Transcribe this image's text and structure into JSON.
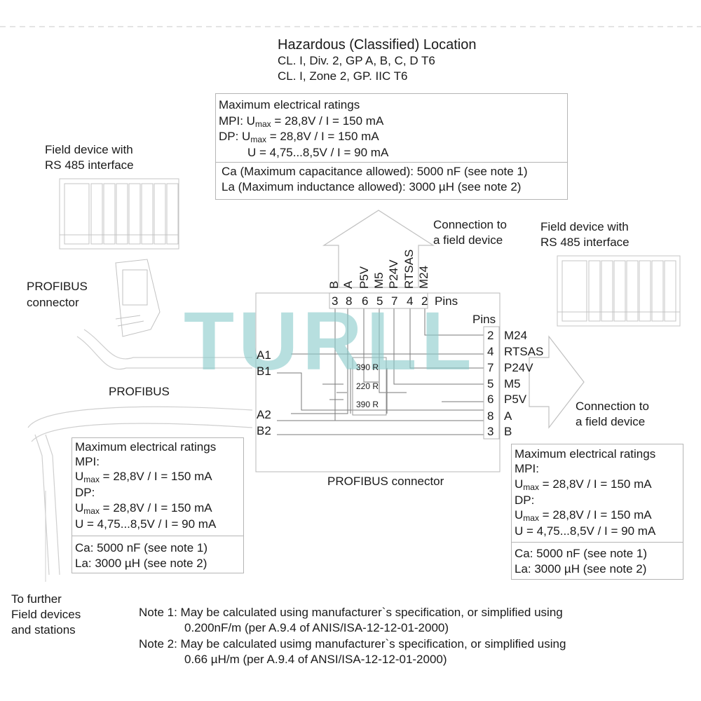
{
  "header": {
    "title": "Hazardous (Classified) Location",
    "line1": "CL. I, Div. 2, GP A, B, C, D T6",
    "line2": "CL. I, Zone 2, GP. IIC T6"
  },
  "top_ratings": {
    "heading": "Maximum electrical ratings",
    "mpi_prefix": "MPI: U",
    "mpi_sub": "max",
    "mpi_rest": " = 28,8V / I = 150 mA",
    "dp_prefix": "DP:  U",
    "dp_sub": "max",
    "dp_rest": " = 28,8V / I = 150 mA",
    "dp_u": "U = 4,75...8,5V / I = 90 mA",
    "ca": "Ca (Maximum capacitance allowed): 5000 nF (see note 1)",
    "la": "La (Maximum inductance allowed): 3000 µH (see note 2)"
  },
  "left_device_label": [
    "Field device with",
    "RS 485 interface"
  ],
  "right_device_label": [
    "Field device with",
    "RS 485 interface"
  ],
  "profibus_connector_label": [
    "PROFIBUS",
    "connector"
  ],
  "profibus_cable_label": "PROFIBUS",
  "connection_top": [
    "Connection to",
    "a field device"
  ],
  "connection_right": [
    "Connection to",
    "a field device"
  ],
  "top_pins": {
    "names": [
      "B",
      "A",
      "P5V",
      "M5",
      "P24V",
      "RTSAS",
      "M24"
    ],
    "numbers": [
      "3",
      "8",
      "6",
      "5",
      "7",
      "4",
      "2"
    ],
    "label": "Pins"
  },
  "right_pins": {
    "label": "Pins",
    "rows": [
      {
        "num": "2",
        "name": "M24"
      },
      {
        "num": "4",
        "name": "RTSAS"
      },
      {
        "num": "7",
        "name": "P24V"
      },
      {
        "num": "5",
        "name": "M5"
      },
      {
        "num": "6",
        "name": "P5V"
      },
      {
        "num": "8",
        "name": "A"
      },
      {
        "num": "3",
        "name": "B"
      }
    ]
  },
  "left_terminals": [
    "A1",
    "B1",
    "A2",
    "B2"
  ],
  "resistors": [
    "390 R",
    "220 R",
    "390 R"
  ],
  "connector_caption": "PROFIBUS connector",
  "left_ratings": {
    "heading": "Maximum electrical ratings",
    "mpi": "MPI:",
    "u1_prefix": "U",
    "u1_sub": "max",
    "u1_rest": " = 28,8V / I = 150 mA",
    "dp": "DP:",
    "u2_prefix": "U",
    "u2_sub": "max",
    "u2_rest": " = 28,8V / I = 150 mA",
    "u3": "U = 4,75...8,5V / I = 90 mA",
    "ca": "Ca: 5000 nF (see note 1)",
    "la": "La: 3000 µH (see note 2)"
  },
  "right_ratings": {
    "heading": "Maximum electrical ratings",
    "mpi": "MPI:",
    "u1_prefix": "U",
    "u1_sub": "max",
    "u1_rest": " = 28,8V / I = 150 mA",
    "dp": "DP:",
    "u2_prefix": "U",
    "u2_sub": "max",
    "u2_rest": " = 28,8V / I = 150 mA",
    "u3": "U = 4,75...8,5V / I = 90 mA",
    "ca": "Ca: 5000 nF (see note 1)",
    "la": "La: 3000 µH (see note 2)"
  },
  "further": [
    "To further",
    " Field devices",
    "and stations"
  ],
  "notes": {
    "n1a": "Note 1: May be calculated using manufacturer`s specification, or simplified using",
    "n1b": "0.200nF/m (per A.9.4 of ANIS/ISA-12-12-01-2000)",
    "n2a": "Note 2: May be calculated usimg manufacturer`s specification, or simplified using",
    "n2b": "0.66 µH/m (per A.9.4 of ANSI/ISA-12-12-01-2000)"
  },
  "watermark": "TURLL"
}
